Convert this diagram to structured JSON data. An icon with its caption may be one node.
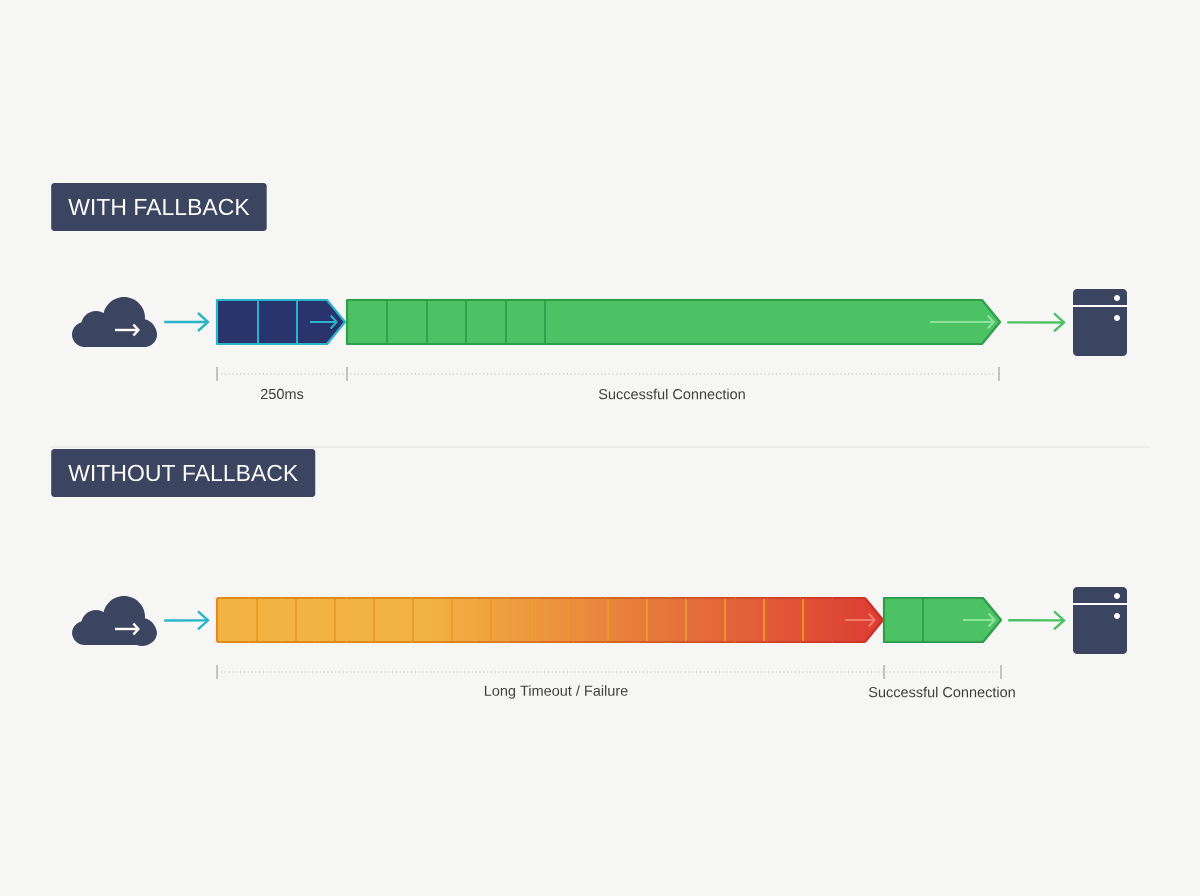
{
  "diagram": {
    "nodes": [
      {
        "text": [
          "WITH FALLBACK"
        ]
      },
      {
        "text": [],
        "shape": "cloud"
      },
      {
        "text": [],
        "shape": "bar",
        "beside": [
          "250ms"
        ]
      },
      {
        "text": [],
        "shape": "bar",
        "beside": [
          "Successful Connection"
        ]
      },
      {
        "text": [],
        "shape": "picture"
      },
      {
        "text": [
          "WITHOUT FALLBACK"
        ]
      },
      {
        "text": [],
        "shape": "cloud"
      },
      {
        "text": [],
        "shape": "bar",
        "beside": [
          "Long Timeout / Failure"
        ]
      },
      {
        "text": [],
        "shape": "bar",
        "beside": [
          "Successful Connection"
        ]
      },
      {
        "text": [],
        "shape": "picture"
      }
    ],
    "edges": [
      {
        "from": 1,
        "to": 2,
        "arrow": "to",
        "color": "#2ab4c8"
      },
      {
        "from": 3,
        "to": 4,
        "arrow": "to",
        "color": "#4cc264"
      },
      {
        "from": 6,
        "to": 7,
        "arrow": "to",
        "color": "#2ab4c8"
      },
      {
        "from": 8,
        "to": 9,
        "arrow": "to",
        "color": "#4cc264"
      }
    ]
  }
}
